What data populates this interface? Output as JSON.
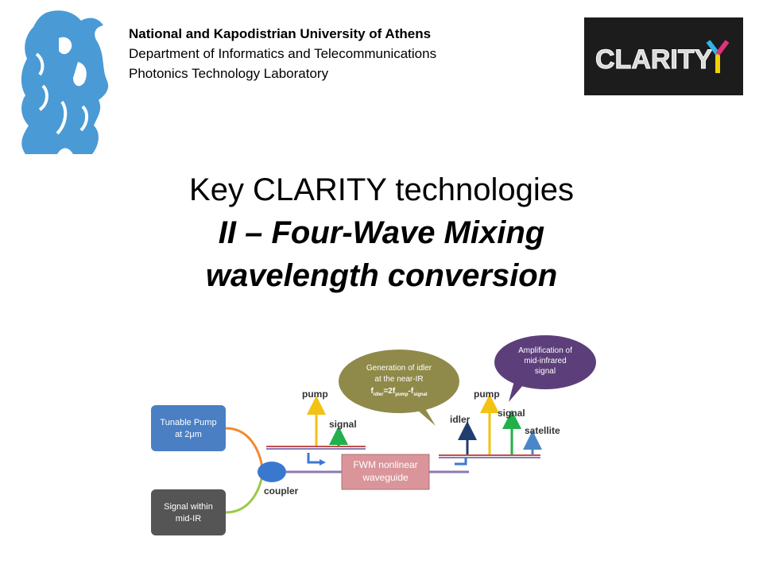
{
  "header": {
    "university": "National and Kapodistrian University of Athens",
    "department": "Department of Informatics and Telecommunications",
    "lab": "Photonics Technology Laboratory"
  },
  "logo": {
    "text": "CLARITY"
  },
  "title": {
    "line1": "Key CLARITY technologies",
    "line2": "II – Four-Wave Mixing",
    "line3": "wavelength conversion"
  },
  "diagram": {
    "pump_source": [
      "Tunable Pump",
      "at 2μm"
    ],
    "signal_source": [
      "Signal within",
      "mid-IR"
    ],
    "coupler": "coupler",
    "waveguide": [
      "FWM nonlinear",
      "waveguide"
    ],
    "input_pump": "pump",
    "input_signal": "signal",
    "output_idler": "idler",
    "output_pump": "pump",
    "output_signal": "signal",
    "output_satellite": "satellite",
    "bubble_idler": [
      "Generation of idler",
      "at the near-IR"
    ],
    "bubble_formula": {
      "f": "f",
      "idler_sub": "idler",
      "eq": "=2f",
      "pump_sub": "pump",
      "minus": "-f",
      "signal_sub": "signal"
    },
    "bubble_amp": [
      "Amplification of",
      "mid-infrared",
      "signal"
    ],
    "colors": {
      "pump_box": "#4a7fc4",
      "signal_box": "#555555",
      "waveguide": "#d9959a",
      "coupler": "#3a78d0",
      "bubble_idler": "#8f8a4a",
      "bubble_amp": "#5c3f7a",
      "pump_arrow": "#f2c214",
      "signal_arrow": "#22b04a",
      "idler_arrow": "#1f3e6e",
      "satellite_arrow": "#4a86c8"
    }
  }
}
